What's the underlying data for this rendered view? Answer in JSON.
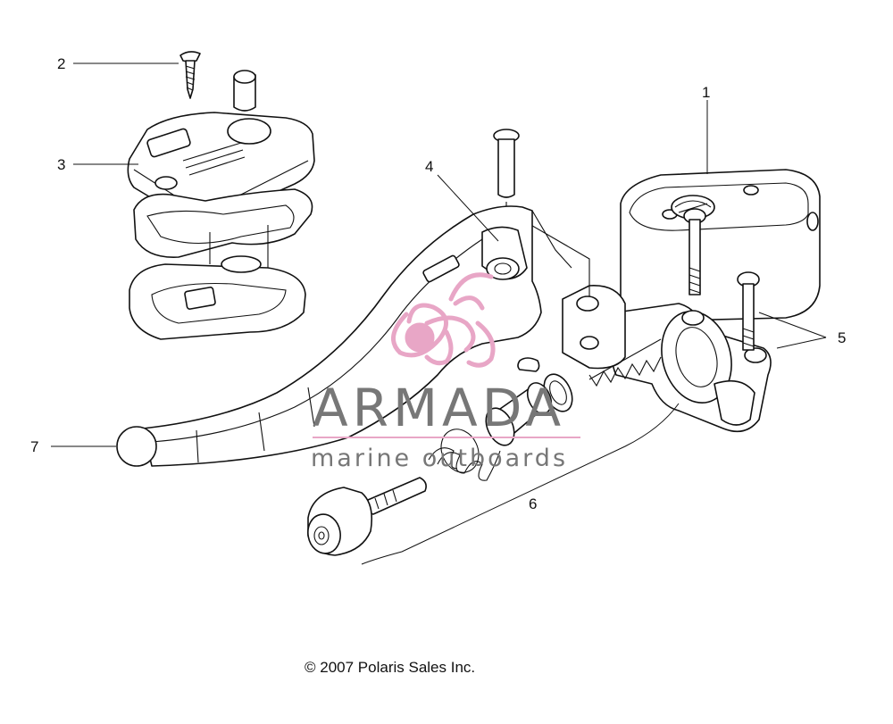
{
  "callouts": {
    "c1": "1",
    "c2": "2",
    "c3": "3",
    "c4": "4",
    "c5": "5",
    "c6": "6",
    "c7": "7"
  },
  "watermark": {
    "brand": "ARMADA",
    "tagline": "marine outboards",
    "logo_color": "#e8a6c6"
  },
  "copyright": "© 2007 Polaris Sales Inc."
}
